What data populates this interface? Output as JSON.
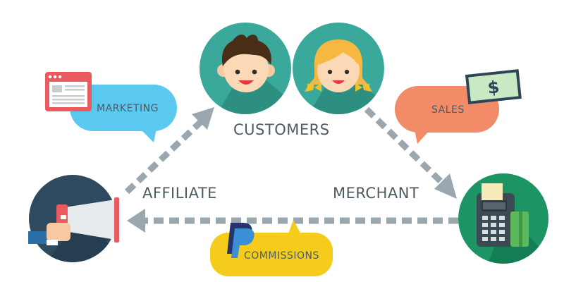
{
  "nodes": {
    "customers": {
      "label": "CUSTOMERS"
    },
    "affiliate": {
      "label": "AFFILIATE"
    },
    "merchant": {
      "label": "MERCHANT"
    }
  },
  "bubbles": {
    "marketing": {
      "label": "MARKETING",
      "color": "#5bc8f0",
      "icon": "browser-window-icon"
    },
    "sales": {
      "label": "SALES",
      "color": "#f18b68",
      "icon": "dollar-bill-icon"
    },
    "commissions": {
      "label": "COMMISSIONS",
      "color": "#f5cc1c",
      "icon": "paypal-logo-icon"
    }
  },
  "colors": {
    "arrow": "#9aa7ae",
    "teal": "#3aa89a",
    "affiliate_circle": "#2f4a5f",
    "merchant_circle": "#1d9464",
    "text": "#4d5b63"
  },
  "flows": [
    {
      "from": "affiliate",
      "to": "customers"
    },
    {
      "from": "customers",
      "to": "merchant"
    },
    {
      "from": "merchant",
      "to": "affiliate"
    }
  ]
}
